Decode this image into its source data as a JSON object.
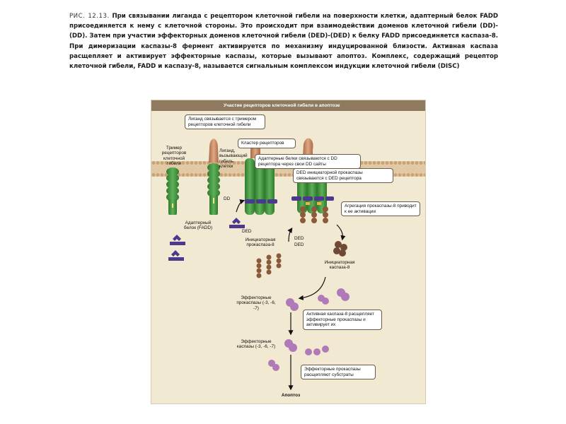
{
  "caption": {
    "figure_number": "РИС. 12.13.",
    "text": "При связывании лиганда с рецептором клеточной гибели на поверхности клетки, адаптерный белок FADD присоединяется к нему с клеточной стороны. Это происходит при взаимодействии доменов клеточной гибели (DD)-(DD). Затем при участии эффекторных доменов клеточной гибели (DED)-(DED) к белку FADD присоединяется каспаза-8. При димеризации каспазы-8 фермент активируется по механизму индуцированной близости. Активная каспаза расщепляет и активирует эффекторные каспазы, которые вызывают апоптоз. Комплекс, содержащий рецептор клеточной гибели, FADD и каспазу-8, называется сигнальным комплексом индукции клеточной гибели (DISC)"
  },
  "figure": {
    "title": "Участие рецепторов клеточной гибели в апоптозе",
    "callouts": {
      "ligand_binds": "Лиганд связывается с тримером рецепторов клеточной гибели",
      "receptor_cluster": "Кластер рецепторов",
      "adapter_binds": "Адаптерные белки связываются с DD рецептора через свои DD сайты",
      "ded_binds": "DED инициаторной прокаспазы связываются с DED рецептора",
      "aggregation": "Агрегация прокаспазы-8 приводит к ее активации",
      "active_cleaves": "Активная каспаза-8 расщепляет эффекторные прокаспазы и активирует их",
      "effector_cleave": "Эффекторные прокаспазы расщепляют субстраты"
    },
    "labels": {
      "trimer": "Тример рецепторов клеточной гибели",
      "ligand": "Лиганд, вызывающий гибель клетки",
      "dd": "DD",
      "ded": "DED",
      "adapter": "Адаптерный белок (FADD)",
      "initiator_procaspase": "Инициаторная прокаспаза-8",
      "initiator_caspase": "Инициаторная каспаза-8",
      "effector_procaspases": "Эффекторные прокаспазы (-3, -6, -7)",
      "effector_caspases": "Эффекторные каспазы (-3, -6, -7)",
      "apoptosis": "Апоптоз"
    },
    "colors": {
      "background": "#f2e9d3",
      "header": "#8f7a60",
      "membrane": "#e2c9a5",
      "receptor": "#3f8f3c",
      "ligand": "#c98a63",
      "adapter": "#4b3a8c",
      "procaspase": "#8a5a3a",
      "effector": "#b07ab8"
    }
  }
}
